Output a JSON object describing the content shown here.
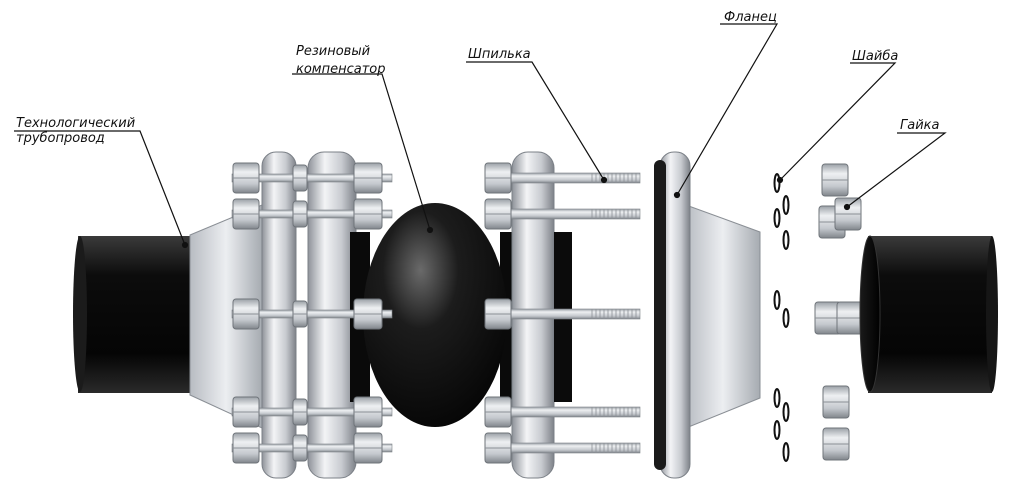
{
  "labels": {
    "pipe_line1": "Технологический",
    "pipe_line2": "трубопровод",
    "rubber_line1": "Резиновый",
    "rubber_line2": "компенсатор",
    "stud": "Шпилька",
    "flange": "Фланец",
    "washer": "Шайба",
    "nut": "Гайка"
  },
  "colors": {
    "pipe": "#0d0d0d",
    "steel": "#c9ccd1",
    "rubber": "#151515",
    "leader": "#111111"
  }
}
